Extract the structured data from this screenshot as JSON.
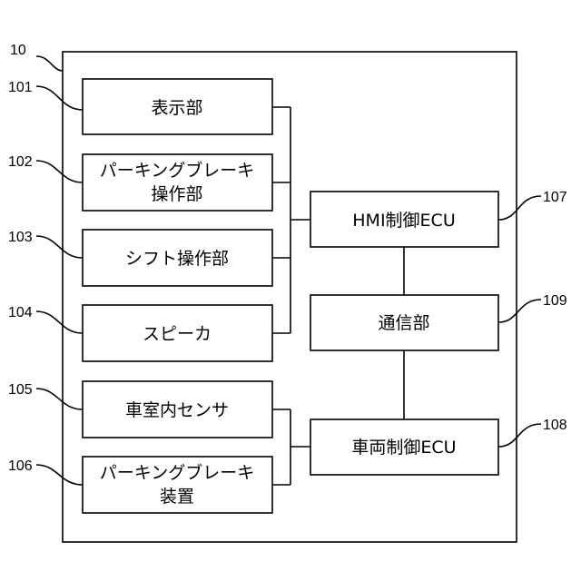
{
  "diagram": {
    "system": {
      "ref": "10"
    },
    "left_blocks": [
      {
        "ref": "101",
        "lines": [
          "表示部"
        ]
      },
      {
        "ref": "102",
        "lines": [
          "パーキングブレーキ",
          "操作部"
        ]
      },
      {
        "ref": "103",
        "lines": [
          "シフト操作部"
        ]
      },
      {
        "ref": "104",
        "lines": [
          "スピーカ"
        ]
      },
      {
        "ref": "105",
        "lines": [
          "車室内センサ"
        ]
      },
      {
        "ref": "106",
        "lines": [
          "パーキングブレーキ",
          "装置"
        ]
      }
    ],
    "right_blocks": [
      {
        "ref": "107",
        "lines": [
          "HMI制御ECU"
        ]
      },
      {
        "ref": "109",
        "lines": [
          "通信部"
        ]
      },
      {
        "ref": "108",
        "lines": [
          "車両制御ECU"
        ]
      }
    ]
  }
}
